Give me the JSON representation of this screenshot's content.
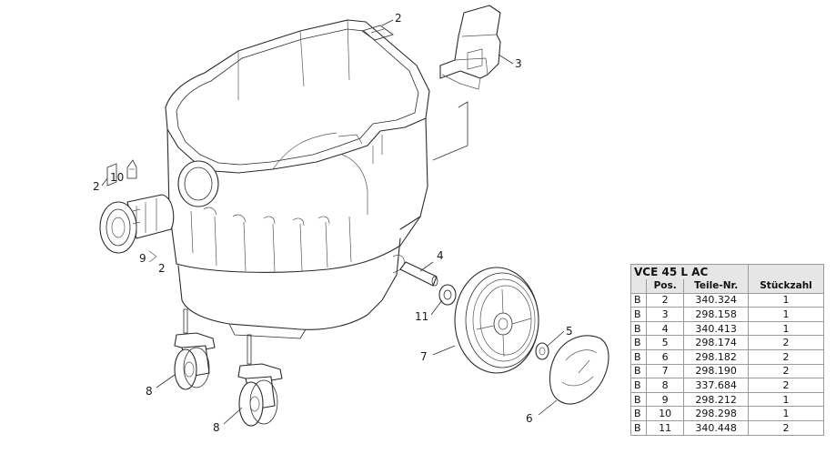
{
  "diagram": {
    "callouts": [
      {
        "id": "c2-top",
        "text": "2"
      },
      {
        "id": "c3",
        "text": "3"
      },
      {
        "id": "c2-left",
        "text": "2"
      },
      {
        "id": "c10",
        "text": "10"
      },
      {
        "id": "c9",
        "text": "9"
      },
      {
        "id": "c2-lower",
        "text": "2"
      },
      {
        "id": "c4",
        "text": "4"
      },
      {
        "id": "c11",
        "text": "11"
      },
      {
        "id": "c5",
        "text": "5"
      },
      {
        "id": "c7",
        "text": "7"
      },
      {
        "id": "c8-a",
        "text": "8"
      },
      {
        "id": "c8-b",
        "text": "8"
      },
      {
        "id": "c6",
        "text": "6"
      }
    ]
  },
  "parts_table": {
    "model": "VCE 45 L AC",
    "headers": [
      "Pos.",
      "Teile-Nr.",
      "Stückzahl"
    ],
    "rows": [
      {
        "flag": "B",
        "pos": "2",
        "part": "340.324",
        "qty": "1"
      },
      {
        "flag": "B",
        "pos": "3",
        "part": "298.158",
        "qty": "1"
      },
      {
        "flag": "B",
        "pos": "4",
        "part": "340.413",
        "qty": "1"
      },
      {
        "flag": "B",
        "pos": "5",
        "part": "298.174",
        "qty": "2"
      },
      {
        "flag": "B",
        "pos": "6",
        "part": "298.182",
        "qty": "2"
      },
      {
        "flag": "B",
        "pos": "7",
        "part": "298.190",
        "qty": "2"
      },
      {
        "flag": "B",
        "pos": "8",
        "part": "337.684",
        "qty": "2"
      },
      {
        "flag": "B",
        "pos": "9",
        "part": "298.212",
        "qty": "1"
      },
      {
        "flag": "B",
        "pos": "10",
        "part": "298.298",
        "qty": "1"
      },
      {
        "flag": "B",
        "pos": "11",
        "part": "340.448",
        "qty": "2"
      }
    ]
  }
}
